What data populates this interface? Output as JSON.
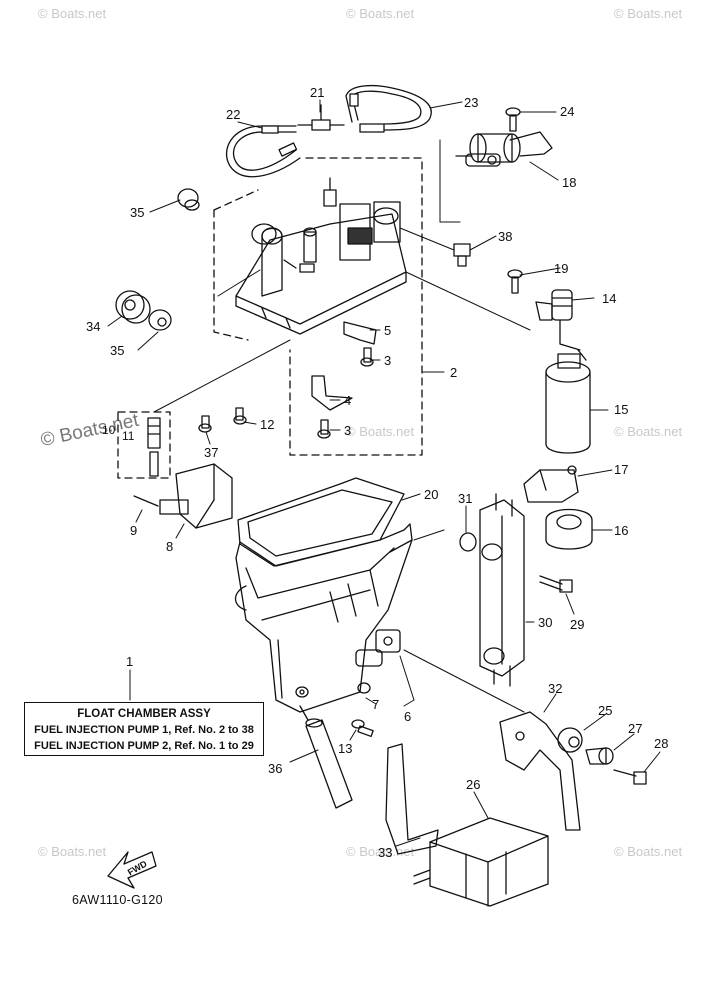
{
  "watermark": "© Boats.net",
  "drawing_code": "6AW1110-G120",
  "fwd_label": "FWD",
  "legend": {
    "title": "FLOAT CHAMBER ASSY",
    "line1": "FUEL INJECTION PUMP 1, Ref. No. 2 to 38",
    "line2": "FUEL INJECTION PUMP 2, Ref. No. 1 to 29"
  },
  "callouts": {
    "c1": "1",
    "c2": "2",
    "c3a": "3",
    "c3b": "3",
    "c4": "4",
    "c5": "5",
    "c6": "6",
    "c7": "7",
    "c8": "8",
    "c9": "9",
    "c10": "10",
    "c11": "11",
    "c12": "12",
    "c13": "13",
    "c14": "14",
    "c15": "15",
    "c16": "16",
    "c17": "17",
    "c18": "18",
    "c19": "19",
    "c20": "20",
    "c21": "21",
    "c22": "22",
    "c23": "23",
    "c24": "24",
    "c25": "25",
    "c26": "26",
    "c27": "27",
    "c28": "28",
    "c29": "29",
    "c30": "30",
    "c31": "31",
    "c32": "32",
    "c33": "33",
    "c34": "34",
    "c35a": "35",
    "c35b": "35",
    "c36": "36",
    "c37": "37",
    "c38": "38"
  }
}
